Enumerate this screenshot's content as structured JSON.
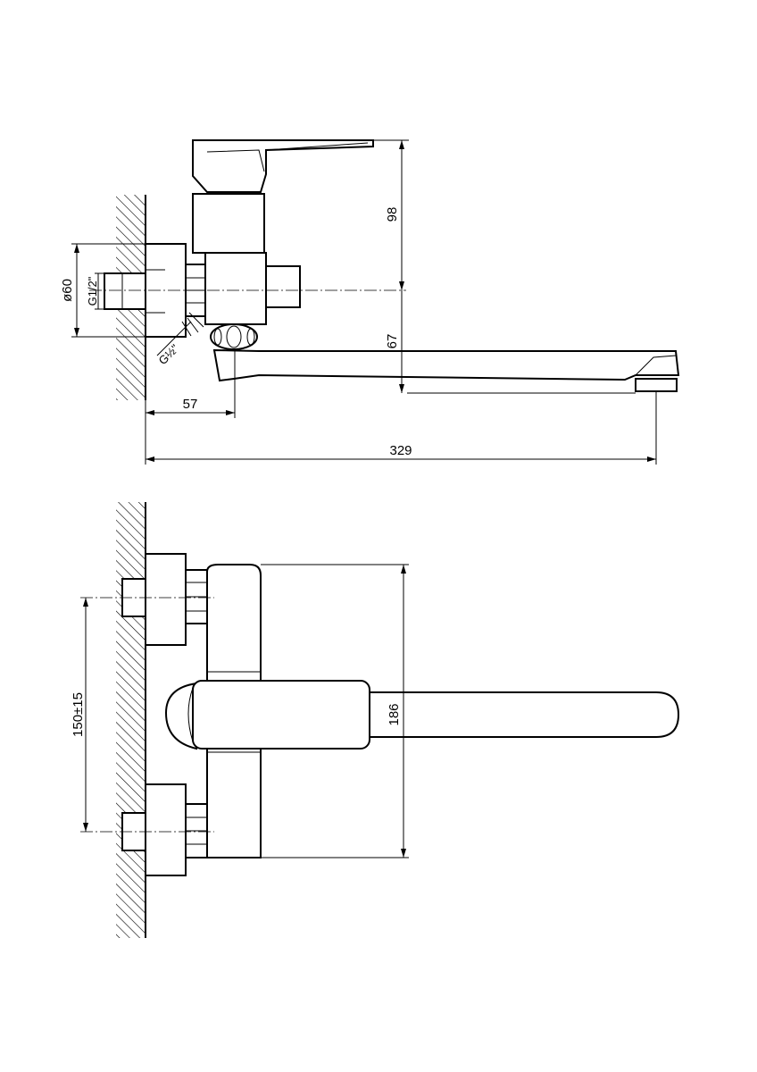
{
  "dimensions": {
    "height_98": "98",
    "diameter_60": "ø60",
    "thread_g12": "G1/2\"",
    "thread_gsmall": "G½\"",
    "offset_67": "67",
    "wall_57": "57",
    "length_329": "329",
    "spacing_150": "150±15",
    "width_186": "186"
  },
  "colors": {
    "ink": "#000000",
    "paper": "#ffffff"
  }
}
